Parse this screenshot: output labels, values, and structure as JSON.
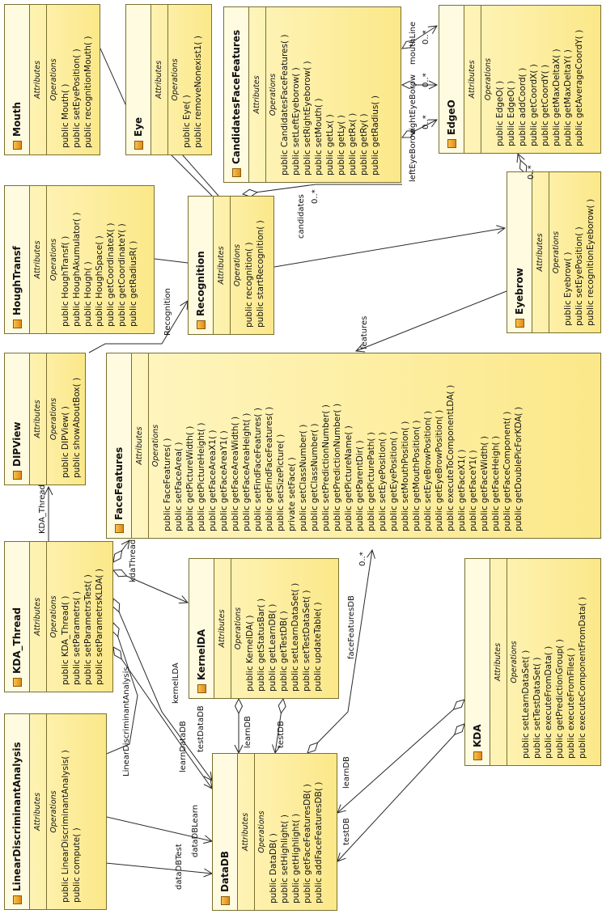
{
  "classes": [
    {
      "id": "mouth",
      "name": "Mouth",
      "attributes_label": "Attributes",
      "operations_label": "Operations",
      "ops": [
        "public Mouth( )",
        "public setEyePosition( )",
        "public recognitionMouth( )"
      ]
    },
    {
      "id": "eye",
      "name": "Eye",
      "attributes_label": "Attributes",
      "operations_label": "Operations",
      "ops": [
        "public Eye( )",
        "public removeNonexist1( )"
      ]
    },
    {
      "id": "candidates",
      "name": "CandidatesFaceFeatures",
      "attributes_label": "Attributes",
      "operations_label": "Operations",
      "ops": [
        "public CandidatesFaceFeatures( )",
        "public setLeftEyeborow( )",
        "public setRightEyeborow( )",
        "public setMouth( )",
        "public getLx( )",
        "public getLy( )",
        "public getRx( )",
        "public getRy( )",
        "public getRadius( )"
      ]
    },
    {
      "id": "edgeo",
      "name": "EdgeO",
      "attributes_label": "Attributes",
      "operations_label": "Operations",
      "ops": [
        "public EdgeO( )",
        "public EdgeO( )",
        "public addCoord( )",
        "public getCoordX( )",
        "public getCoordY( )",
        "public getMaxDeltaX( )",
        "public getMaxDeltaY( )",
        "public getAverageCoordY( )"
      ]
    },
    {
      "id": "hough",
      "name": "HoughTransf",
      "attributes_label": "Attributes",
      "operations_label": "Operations",
      "ops": [
        "public HoughTransf( )",
        "public HoughAkumulator( )",
        "public Hough( )",
        "public HoughSpace( )",
        "public getCoordinateX( )",
        "public getCoordinateY( )",
        "public getRadiusR( )"
      ]
    },
    {
      "id": "recognition",
      "name": "Recognition",
      "attributes_label": "Attributes",
      "operations_label": "Operations",
      "ops": [
        "public recognition( )",
        "public startRecognition( )"
      ]
    },
    {
      "id": "eyebrow",
      "name": "Eyebrow",
      "attributes_label": "Attributes",
      "operations_label": "Operations",
      "ops": [
        "public Eyebrow( )",
        "public setEyePosition( )",
        "public recognitionEyeborow( )"
      ]
    },
    {
      "id": "dipview",
      "name": "DIPView",
      "attributes_label": "Attributes",
      "operations_label": "Operations",
      "ops": [
        "public DIPView( )",
        "public showAboutBox( )"
      ]
    },
    {
      "id": "facefeatures",
      "name": "FaceFeatures",
      "attributes_label": "Attributes",
      "operations_label": "Operations",
      "ops": [
        "public FaceFeatures( )",
        "public setFaceArea( )",
        "public getPictureWidth( )",
        "public getPictureHeight( )",
        "public getFaceAreaX1( )",
        "public getFaceAreaY1( )",
        "public getFaceAreaWidth( )",
        "public getFaceAreaHeight( )",
        "public setFindFaceFeatures( )",
        "public getFindFaceFeatures( )",
        "public setSizePicture( )",
        "private setFace( )",
        "public setClassNumber( )",
        "public getClassNumber( )",
        "public setPredictionNumber( )",
        "public getPredictionNumber( )",
        "public getPictureName( )",
        "public getParentDir( )",
        "public getPicturePath( )",
        "public setEyePosition( )",
        "public getEyePosition( )",
        "public setMouthPosition( )",
        "public getMouthPosition( )",
        "public setEyeBrowPosition( )",
        "public getEyeBrowPosition( )",
        "public executeToComponentLDA( )",
        "public getFaceX1( )",
        "public getFaceY1( )",
        "public getFaceWidth( )",
        "public getFaceHeigh( )",
        "public getFaceComponent( )",
        "public getDoublePicForKDA( )"
      ]
    },
    {
      "id": "kdathread",
      "name": "KDA_Thread",
      "attributes_label": "Attributes",
      "operations_label": "Operations",
      "ops": [
        "public KDA_Thread( )",
        "public setParametrs( )",
        "public setParametrsTest( )",
        "public setParametrsKLDA( )"
      ]
    },
    {
      "id": "kernellda",
      "name": "KernelDA",
      "attributes_label": "Attributes",
      "operations_label": "Operations",
      "ops": [
        "public KernelDA( )",
        "public getStatusBar( )",
        "public getLearnDB( )",
        "public getTestDB( )",
        "public setLearnDataSet( )",
        "public setTestDataSet( )",
        "public updateTable( )"
      ]
    },
    {
      "id": "kda",
      "name": "KDA",
      "attributes_label": "Attributes",
      "operations_label": "Operations",
      "ops": [
        "public setLearnDataSet( )",
        "public setTestDataSet( )",
        "public executeFromData( )",
        "public getPredictionGroup( )",
        "public executeFromFiles( )",
        "public executeComponentFromData( )"
      ]
    },
    {
      "id": "lda",
      "name": "LinearDiscriminantAnalysis",
      "attributes_label": "Attributes",
      "operations_label": "Operations",
      "ops": [
        "public LinearDiscriminantAnalysis( )",
        "public compute( )"
      ]
    },
    {
      "id": "datadb",
      "name": "DataDB",
      "attributes_label": "Attributes",
      "operations_label": "Operations",
      "ops": [
        "public DataDB( )",
        "public setHighlight( )",
        "public getHighlight( )",
        "public getFaceFeaturesDB( )",
        "public addFaceFeaturesDB( )"
      ]
    }
  ],
  "edge_labels": {
    "mouthLine": "mouthLine",
    "rightEyeBorow": "rightEyeBorow",
    "leftEyeBorow": "leftEyeBorow",
    "mult1": "0..*",
    "mult2": "0..*",
    "mult3": "0..*",
    "candidates": "candidates",
    "candMult": "0..*",
    "eyebrowMult": "0..*",
    "recognition": "Recognition",
    "features": "features",
    "kdaThreadLeft": "KDA_Thread",
    "kdaThread": "kdaThread",
    "ffMult": "0..*",
    "faceFeaturesDB": "faceFeaturesDB",
    "kernelLDA": "kernelLDA",
    "lda": "LinearDiscriminantAnalysis",
    "learnDataDB": "learnDataDB",
    "testDataDB": "testDataDB",
    "learnDB": "learnDB",
    "testDB": "testDB",
    "kdaLearnDB": "learnDB",
    "kdaTestDB": "testDB",
    "dataDBLearn": "dataDBLearn",
    "dataDBTest": "dataDBTest"
  }
}
